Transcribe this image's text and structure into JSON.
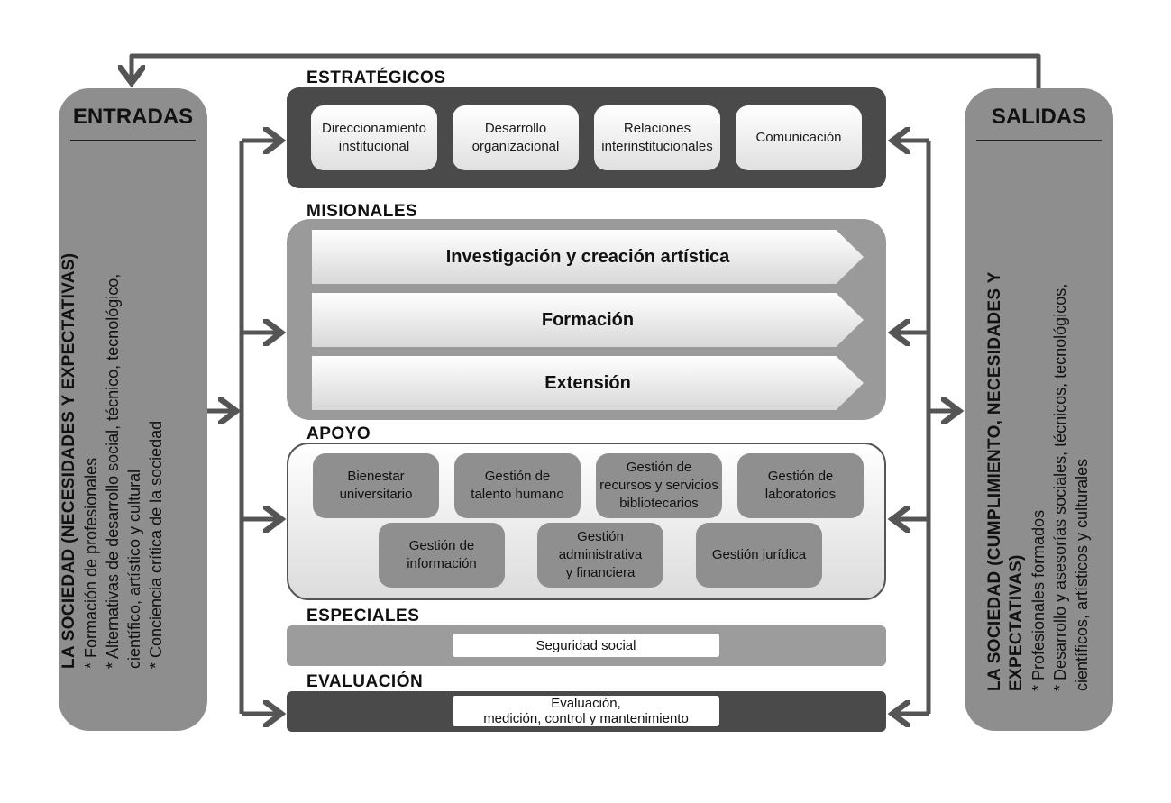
{
  "entradas": {
    "title": "ENTRADAS",
    "heading": "LA SOCIEDAD (NECESIDADES Y EXPECTATIVAS)",
    "items": [
      "*  Formación de profesionales",
      "*  Alternativas de desarrollo social, técnico, tecnológico,",
      "científico, artístico y cultural",
      "*  Conciencia crítica de la sociedad"
    ]
  },
  "salidas": {
    "title": "SALIDAS",
    "heading_line1": "LA SOCIEDAD (CUMPLIMIENTO, NECESIDADES Y",
    "heading_line2": "EXPECTATIVAS)",
    "items": [
      "*  Profesionales formados",
      "*  Desarrollo y asesorías sociales, técnicos, tecnológicos,",
      "científicos, artísticos y culturales"
    ]
  },
  "estrategicos": {
    "label": "ESTRATÉGICOS",
    "items": [
      [
        "Direccionamiento",
        "institucional"
      ],
      [
        "Desarrollo",
        "organizacional"
      ],
      [
        "Relaciones",
        "interinstitucionales"
      ],
      [
        "Comunicación"
      ]
    ]
  },
  "misionales": {
    "label": "MISIONALES",
    "items": [
      "Investigación y creación artística",
      "Formación",
      "Extensión"
    ]
  },
  "apoyo": {
    "label": "APOYO",
    "row1": [
      [
        "Bienestar",
        "universitario"
      ],
      [
        "Gestión de",
        "talento humano"
      ],
      [
        "Gestión de",
        "recursos y servicios",
        "bibliotecarios"
      ],
      [
        "Gestión de",
        "laboratorios"
      ]
    ],
    "row2": [
      [
        "Gestión de",
        "información"
      ],
      [
        "Gestión",
        "administrativa",
        "y financiera"
      ],
      [
        "Gestión jurídica"
      ]
    ]
  },
  "especiales": {
    "label": "ESPECIALES",
    "item": "Seguridad social"
  },
  "evaluacion": {
    "label": "EVALUACIÓN",
    "item_line1": "Evaluación,",
    "item_line2": "medición, control y mantenimiento"
  },
  "colors": {
    "dark_panel": "#4a4a4a",
    "mid_panel": "#8c8c8c",
    "light_panel": "#9e9e9e",
    "side": "#8e8e8e",
    "connector": "#555555"
  }
}
